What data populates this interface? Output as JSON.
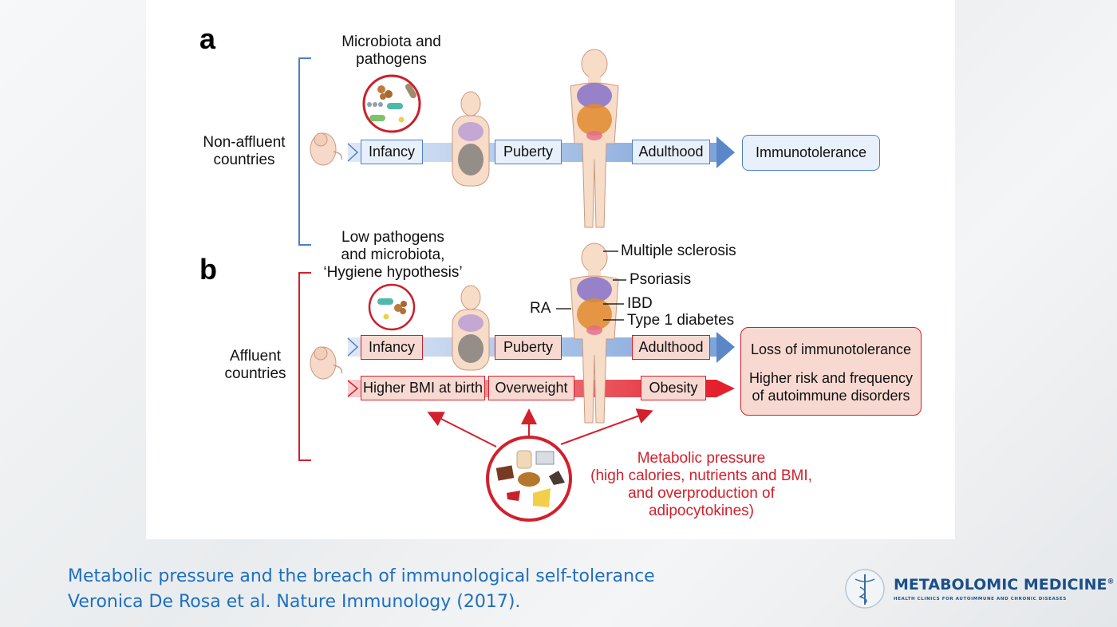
{
  "panel_a": {
    "letter": "a",
    "group_label": [
      "Non-affluent",
      "countries"
    ],
    "exposure": [
      "Microbiota and",
      "pathogens"
    ],
    "stages": [
      "Infancy",
      "Puberty",
      "Adulthood"
    ],
    "outcome": "Immunotolerance"
  },
  "panel_b": {
    "letter": "b",
    "group_label": [
      "Affluent",
      "countries"
    ],
    "exposure": [
      "Low pathogens",
      "and microbiota,",
      "‘Hygiene hypothesis’"
    ],
    "stages": [
      "Infancy",
      "Puberty",
      "Adulthood"
    ],
    "bmi_stages": [
      "Higher BMI at birth",
      "Overweight",
      "Obesity"
    ],
    "diseases": {
      "ms": "Multiple sclerosis",
      "psoriasis": "Psoriasis",
      "ra": "RA",
      "ibd": "IBD",
      "t1d": "Type 1 diabetes"
    },
    "outcome_1": "Loss of immunotolerance",
    "outcome_2": [
      "Higher risk and frequency",
      "of autoimmune disorders"
    ],
    "pressure": [
      "Metabolic pressure",
      "(high calories, nutrients and BMI,",
      "and overproduction of",
      "adipocytokines)"
    ]
  },
  "caption": {
    "line1": "Metabolic pressure and the breach of immunological self-tolerance",
    "line2": "Veronica De Rosa et al. Nature Immunology (2017)."
  },
  "logo": {
    "name": "METABOLOMIC MEDICINE",
    "reg": "®",
    "tagline": "HEALTH CLINICS FOR AUTOIMMUNE AND CHRONIC DISEASES"
  },
  "colors": {
    "blue": "#4c7fc7",
    "red": "#d2202c",
    "caption": "#1f6fbf",
    "logo": "#1b4f8a"
  }
}
